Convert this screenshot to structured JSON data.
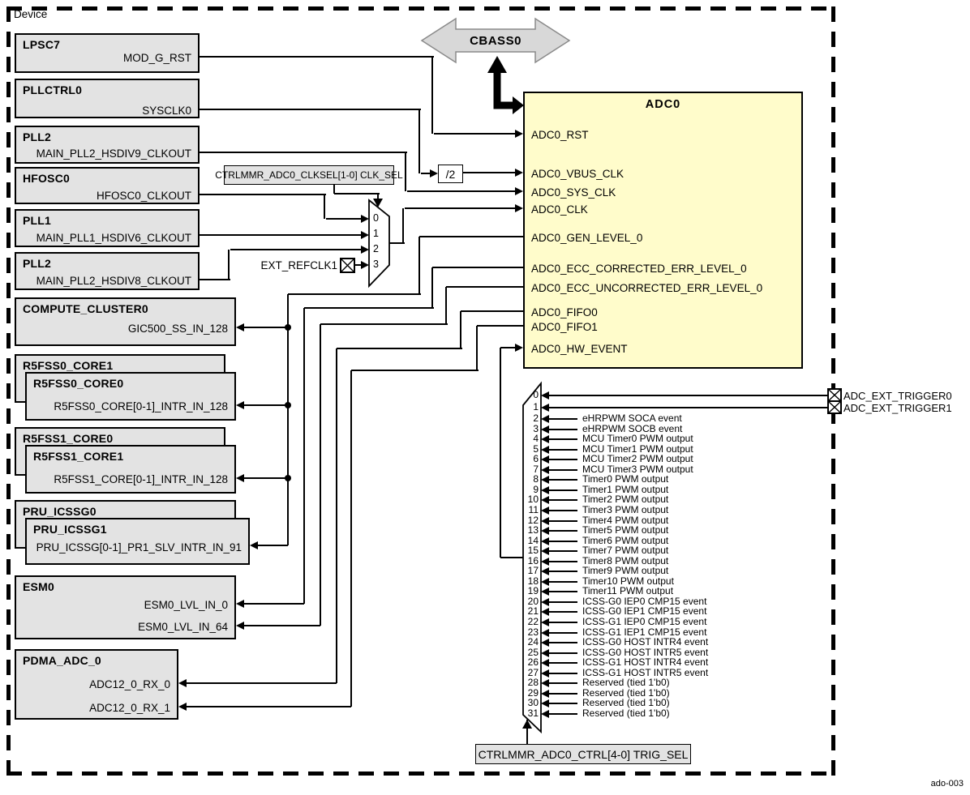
{
  "device_label": "Device",
  "figure_code": "ado-003",
  "colors": {
    "module_fill": "#e3e3e3",
    "adc_fill": "#fffccb",
    "bus_fill": "#d8d8d8",
    "line": "#000000"
  },
  "bus": {
    "label": "CBASS0"
  },
  "divider": {
    "label": "/2"
  },
  "clock_mux": {
    "select_label": "CTRLMMR_ADC0_CLKSEL[1-0] CLK_SEL",
    "inputs": [
      "0",
      "1",
      "2",
      "3"
    ]
  },
  "ext_refclk_label": "EXT_REFCLK1",
  "adc": {
    "title": "ADC0",
    "signals": [
      {
        "name": "ADC0_RST",
        "dir": "in"
      },
      {
        "name": "ADC0_VBUS_CLK",
        "dir": "in"
      },
      {
        "name": "ADC0_SYS_CLK",
        "dir": "in"
      },
      {
        "name": "ADC0_CLK",
        "dir": "in"
      },
      {
        "name": "ADC0_GEN_LEVEL_0",
        "dir": "out"
      },
      {
        "name": "ADC0_ECC_CORRECTED_ERR_LEVEL_0",
        "dir": "out"
      },
      {
        "name": "ADC0_ECC_UNCORRECTED_ERR_LEVEL_0",
        "dir": "out"
      },
      {
        "name": "ADC0_FIFO0",
        "dir": "out"
      },
      {
        "name": "ADC0_FIFO1",
        "dir": "out"
      },
      {
        "name": "ADC0_HW_EVENT",
        "dir": "in"
      }
    ]
  },
  "left_modules": [
    {
      "title": "LPSC7",
      "signals": [
        "MOD_G_RST"
      ]
    },
    {
      "title": "PLLCTRL0",
      "signals": [
        "SYSCLK0"
      ]
    },
    {
      "title": "PLL2",
      "signals": [
        "MAIN_PLL2_HSDIV9_CLKOUT"
      ]
    },
    {
      "title": "HFOSC0",
      "signals": [
        "HFOSC0_CLKOUT"
      ]
    },
    {
      "title": "PLL1",
      "signals": [
        "MAIN_PLL1_HSDIV6_CLKOUT"
      ]
    },
    {
      "title": "PLL2",
      "signals": [
        "MAIN_PLL2_HSDIV8_CLKOUT"
      ]
    },
    {
      "title": "COMPUTE_CLUSTER0",
      "signals": [
        "GIC500_SS_IN_128"
      ]
    },
    {
      "back_title": "R5FSS0_CORE1",
      "title": "R5FSS0_CORE0",
      "signals": [
        "R5FSS0_CORE[0-1]_INTR_IN_128"
      ]
    },
    {
      "back_title": "R5FSS1_CORE0",
      "title": "R5FSS1_CORE1",
      "signals": [
        "R5FSS1_CORE[0-1]_INTR_IN_128"
      ]
    },
    {
      "back_title": "PRU_ICSSG0",
      "title": "PRU_ICSSG1",
      "signals": [
        "PRU_ICSSG[0-1]_PR1_SLV_INTR_IN_91"
      ]
    },
    {
      "title": "ESM0",
      "signals": [
        "ESM0_LVL_IN_0",
        "ESM0_LVL_IN_64"
      ]
    },
    {
      "title": "PDMA_ADC_0",
      "signals": [
        "ADC12_0_RX_0",
        "ADC12_0_RX_1"
      ]
    }
  ],
  "trigger_mux": {
    "select_label": "CTRLMMR_ADC0_CTRL[4-0] TRIG_SEL",
    "inputs": [
      {
        "index": "0",
        "label": ""
      },
      {
        "index": "1",
        "label": ""
      },
      {
        "index": "2",
        "label": "eHRPWM SOCA event"
      },
      {
        "index": "3",
        "label": "eHRPWM SOCB event"
      },
      {
        "index": "4",
        "label": "MCU Timer0 PWM output"
      },
      {
        "index": "5",
        "label": "MCU Timer1 PWM output"
      },
      {
        "index": "6",
        "label": "MCU Timer2 PWM output"
      },
      {
        "index": "7",
        "label": "MCU Timer3 PWM output"
      },
      {
        "index": "8",
        "label": "Timer0 PWM output"
      },
      {
        "index": "9",
        "label": "Timer1 PWM output"
      },
      {
        "index": "10",
        "label": "Timer2 PWM output"
      },
      {
        "index": "11",
        "label": "Timer3 PWM output"
      },
      {
        "index": "12",
        "label": "Timer4 PWM output"
      },
      {
        "index": "13",
        "label": "Timer5 PWM output"
      },
      {
        "index": "14",
        "label": "Timer6 PWM output"
      },
      {
        "index": "15",
        "label": "Timer7 PWM output"
      },
      {
        "index": "16",
        "label": "Timer8 PWM output"
      },
      {
        "index": "17",
        "label": "Timer9 PWM output"
      },
      {
        "index": "18",
        "label": "Timer10 PWM output"
      },
      {
        "index": "19",
        "label": "Timer11 PWM output"
      },
      {
        "index": "20",
        "label": "ICSS-G0 IEP0 CMP15 event"
      },
      {
        "index": "21",
        "label": "ICSS-G0 IEP1 CMP15 event"
      },
      {
        "index": "22",
        "label": "ICSS-G1 IEP0 CMP15 event"
      },
      {
        "index": "23",
        "label": "ICSS-G1 IEP1 CMP15 event"
      },
      {
        "index": "24",
        "label": "ICSS-G0 HOST INTR4 event"
      },
      {
        "index": "25",
        "label": "ICSS-G0 HOST INTR5 event"
      },
      {
        "index": "26",
        "label": "ICSS-G1 HOST INTR4 event"
      },
      {
        "index": "27",
        "label": "ICSS-G1 HOST INTR5 event"
      },
      {
        "index": "28",
        "label": "Reserved (tied 1'b0)"
      },
      {
        "index": "29",
        "label": "Reserved (tied 1'b0)"
      },
      {
        "index": "30",
        "label": "Reserved (tied 1'b0)"
      },
      {
        "index": "31",
        "label": "Reserved (tied 1'b0)"
      }
    ]
  },
  "ext_triggers": [
    "ADC_EXT_TRIGGER0",
    "ADC_EXT_TRIGGER1"
  ]
}
